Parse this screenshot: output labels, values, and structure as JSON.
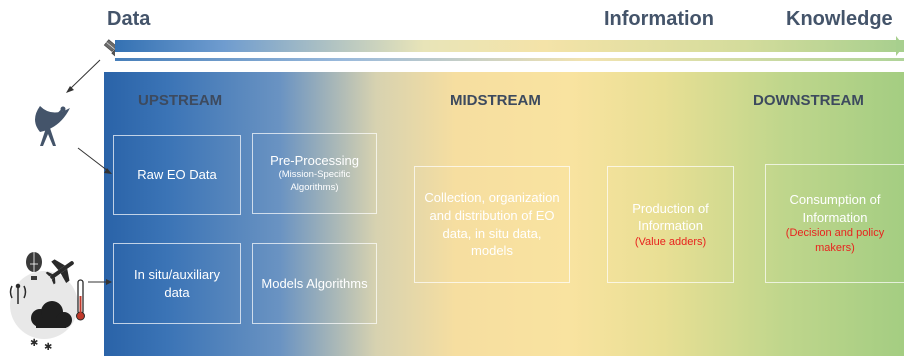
{
  "header": {
    "data_label": "Data",
    "information_label": "Information",
    "knowledge_label": "Knowledge"
  },
  "stages": {
    "upstream": "UPSTREAM",
    "midstream": "MIDSTREAM",
    "downstream": "DOWNSTREAM"
  },
  "boxes": {
    "raw_eo": "Raw EO Data",
    "preprocessing_title": "Pre-Processing",
    "preprocessing_sub": "(Mission-Specific Algorithms)",
    "insitu": "In situ/auxiliary data",
    "models": "Models Algorithms",
    "collection": "Collection, organization and distribution of EO data, in situ data, models",
    "production": "Production of Information",
    "production_note": "(Value adders)",
    "consumption": "Consumption of Information",
    "consumption_note": "(Decision and policy makers)"
  },
  "icons": [
    "satellite-icon",
    "satellite-dish-icon",
    "weather-cluster-icon"
  ],
  "colors": {
    "upstream_blue": "#2a63a8",
    "midstream_yellow": "#f9e3a0",
    "downstream_green": "#a4cd82",
    "note_red": "#e8231e",
    "header_text": "#44546a"
  }
}
